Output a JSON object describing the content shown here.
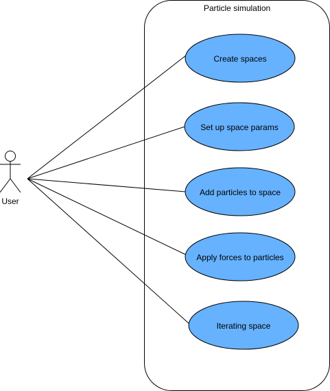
{
  "system": {
    "title": "Particle simulation"
  },
  "actor": {
    "label": "User"
  },
  "use_cases": [
    {
      "label": "Create spaces"
    },
    {
      "label": "Set up space params"
    },
    {
      "label": "Add particles to space"
    },
    {
      "label": "Apply forces to particles"
    },
    {
      "label": "Iterating space"
    }
  ],
  "colors": {
    "use_case_fill": "#66B2FF",
    "stroke": "#000000",
    "background": "#FFFFFF"
  }
}
